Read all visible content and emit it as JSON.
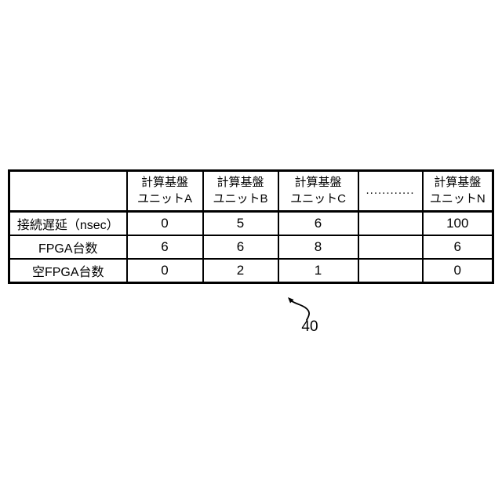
{
  "figure": {
    "reference_label": "40"
  },
  "table": {
    "corner_label": "",
    "columns": [
      {
        "label": "計算基盤\nユニットA"
      },
      {
        "label": "計算基盤\nユニットB"
      },
      {
        "label": "計算基盤\nユニットC"
      },
      {
        "label": "............"
      },
      {
        "label": "計算基盤\nユニットN"
      }
    ],
    "rows": [
      {
        "label": "接続遅延（nsec）",
        "values": [
          "0",
          "5",
          "6",
          "",
          "100"
        ]
      },
      {
        "label": "FPGA台数",
        "values": [
          "6",
          "6",
          "8",
          "",
          "6"
        ]
      },
      {
        "label": "空FPGA台数",
        "values": [
          "0",
          "2",
          "1",
          "",
          "0"
        ]
      }
    ]
  },
  "colors": {
    "border": "#000000",
    "background": "#ffffff",
    "text": "#000000"
  }
}
